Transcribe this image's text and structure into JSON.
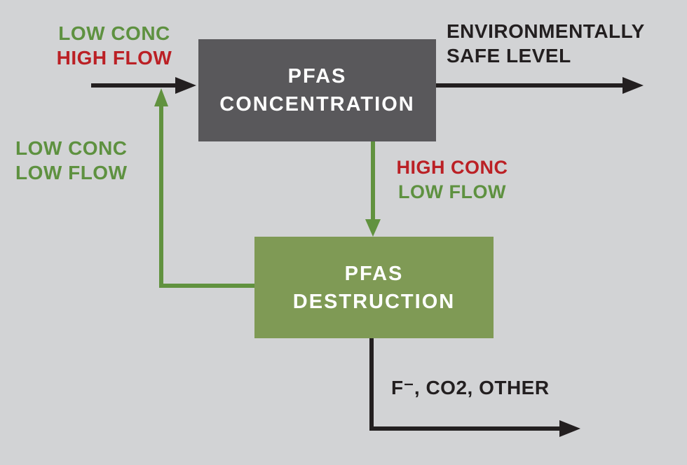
{
  "colors": {
    "background": "#d2d3d5",
    "dark_box": "#59585b",
    "green_box": "#7f9a55",
    "line_green": "#61923f",
    "green_text": "#5e9140",
    "red_text": "#bb2025",
    "black": "#231f20",
    "white": "#ffffff"
  },
  "boxes": {
    "concentration": {
      "line1": "PFAS",
      "line2": "CONCENTRATION"
    },
    "destruction": {
      "line1": "PFAS",
      "line2": "DESTRUCTION"
    }
  },
  "labels": {
    "influent": {
      "line1": "LOW CONC",
      "line2": "HIGH FLOW"
    },
    "effluent": {
      "line1": "ENVIRONMENTALLY",
      "line2": "SAFE LEVEL"
    },
    "recycle": {
      "line1": "LOW CONC",
      "line2": "LOW FLOW"
    },
    "concentrate": {
      "line1": "HIGH CONC",
      "line2": "LOW FLOW"
    },
    "products": "F⁻, CO2, OTHER"
  }
}
